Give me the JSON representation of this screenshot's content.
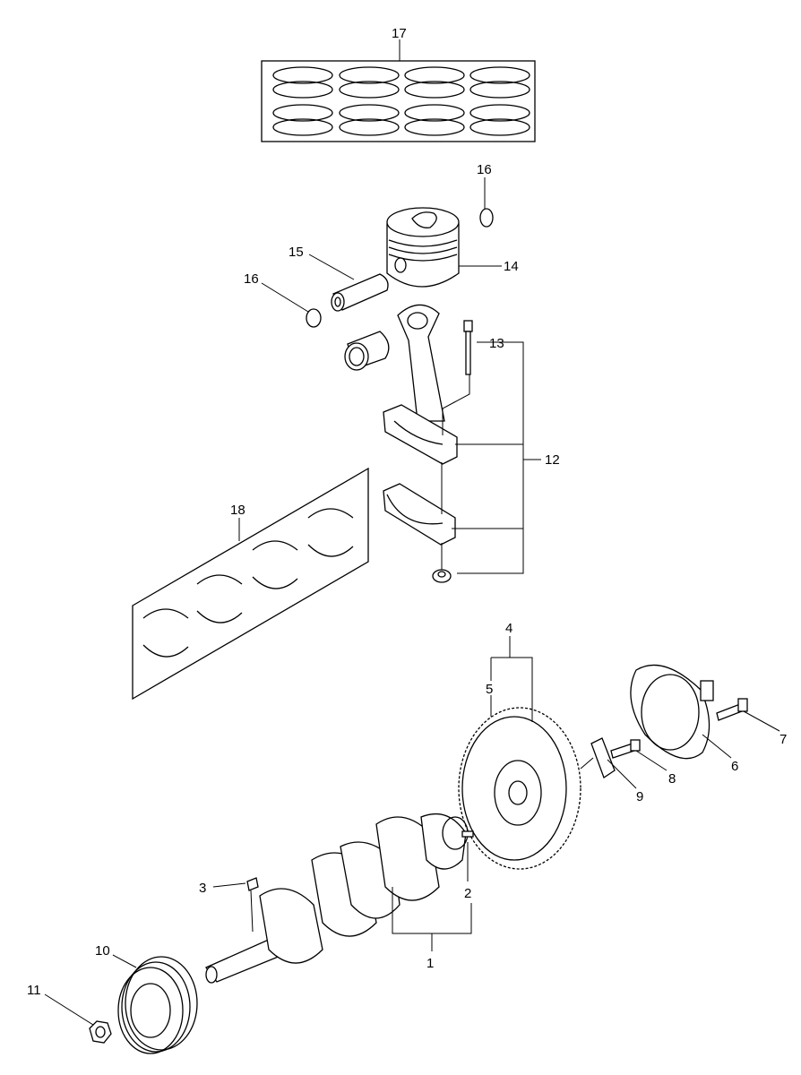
{
  "callouts": [
    {
      "label": "1"
    },
    {
      "label": "2"
    },
    {
      "label": "3"
    },
    {
      "label": "4"
    },
    {
      "label": "5"
    },
    {
      "label": "6"
    },
    {
      "label": "7"
    },
    {
      "label": "8"
    },
    {
      "label": "9"
    },
    {
      "label": "10"
    },
    {
      "label": "11"
    },
    {
      "label": "12"
    },
    {
      "label": "13"
    },
    {
      "label": "14"
    },
    {
      "label": "15"
    },
    {
      "label": "16"
    },
    {
      "label": "16"
    },
    {
      "label": "17"
    },
    {
      "label": "18"
    }
  ]
}
